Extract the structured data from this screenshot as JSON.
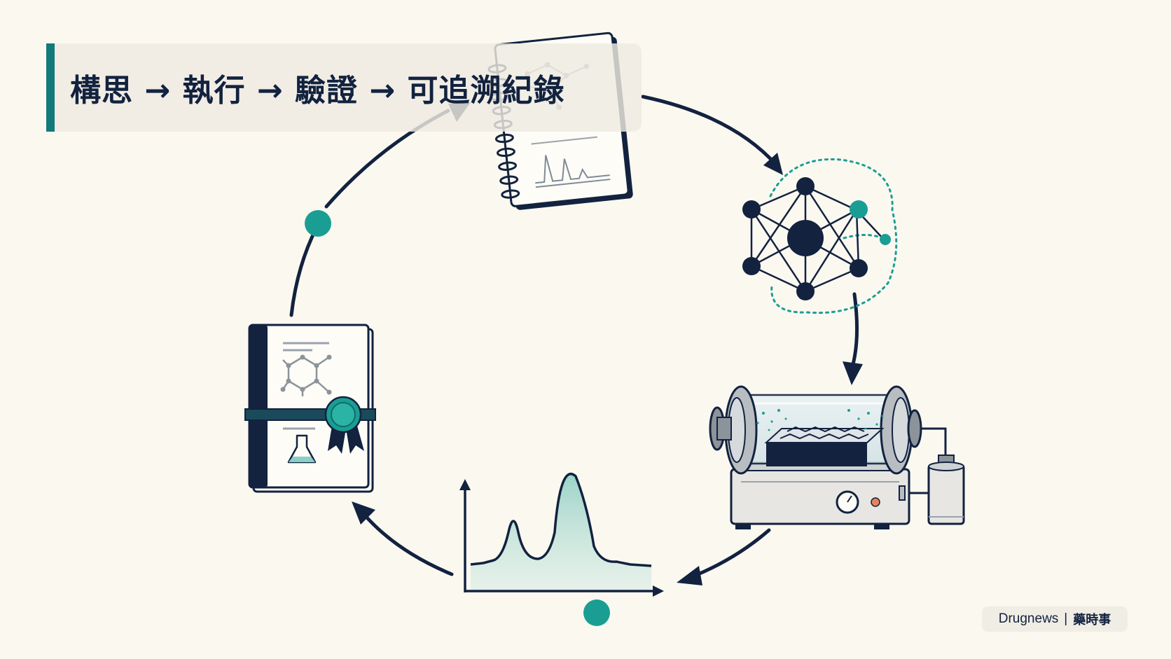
{
  "title": "構思 → 執行 → 驗證 → 可追溯紀錄",
  "brand": {
    "name": "Drugnews",
    "separator": "|",
    "name_zh": "藥時事"
  },
  "colors": {
    "navy": "#12223f",
    "teal": "#1a9e93",
    "teal_dark": "#127a7a",
    "background": "#fbf8f0"
  },
  "stages": [
    {
      "icon": "spiral-notebook-icon"
    },
    {
      "icon": "molecular-network-icon"
    },
    {
      "icon": "rotary-evaporator-icon"
    },
    {
      "icon": "chromatogram-icon"
    },
    {
      "icon": "sealed-record-book-icon"
    }
  ]
}
